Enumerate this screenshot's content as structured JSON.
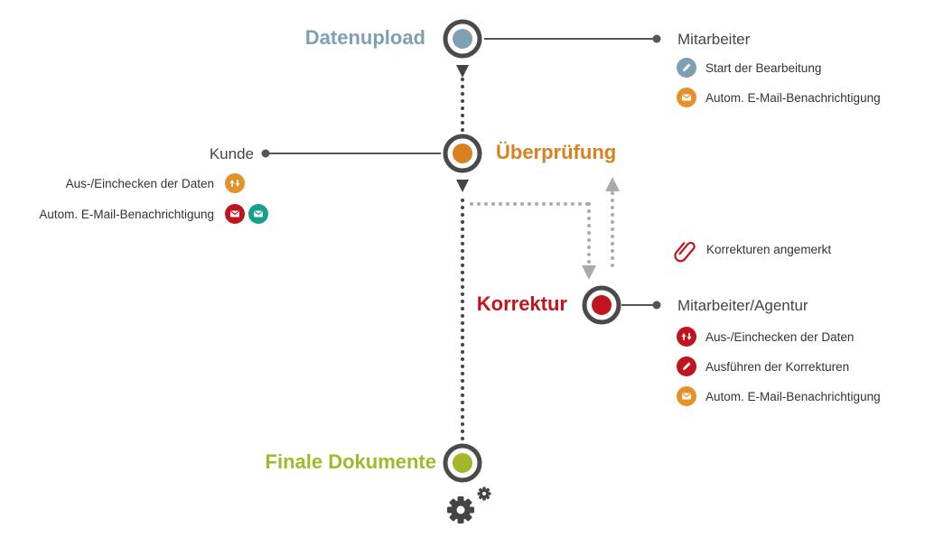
{
  "colors": {
    "datenupload": "#7f9fb3",
    "ueberpruefung": "#d9811f",
    "korrektur": "#c0141f",
    "finale": "#a5b728",
    "ring": "#4a4a4a",
    "dots": "#444444",
    "dashed_arrows": "#aaaaaa",
    "mail_teal": "#14a08a",
    "mail_orange": "#e4912a",
    "pencil_blue": "#7f9fb3"
  },
  "stages": {
    "datenupload": "Datenupload",
    "ueberpruefung": "Überprüfung",
    "korrektur": "Korrektur",
    "finale": "Finale Dokumente"
  },
  "mitarbeiter": {
    "role": "Mitarbeiter",
    "items": [
      {
        "label": "Start der Bearbeitung",
        "icon": "pencil-icon"
      },
      {
        "label": "Autom. E-Mail-Benachrichtigung",
        "icon": "mail-icon"
      }
    ]
  },
  "kunde": {
    "role": "Kunde",
    "items": [
      {
        "label": "Aus-/Einchecken der Daten",
        "icon": "up-down-arrows-icon"
      },
      {
        "label": "Autom. E-Mail-Benachrichtigung",
        "icon": "mail-icon"
      }
    ]
  },
  "korrekturen_note": {
    "label": "Korrekturen angemerkt",
    "icon": "paperclip-icon"
  },
  "agentur": {
    "role": "Mitarbeiter/Agentur",
    "items": [
      {
        "label": "Aus-/Einchecken der Daten",
        "icon": "up-down-arrows-icon"
      },
      {
        "label": "Ausführen der Korrekturen",
        "icon": "pencil-icon"
      },
      {
        "label": "Autom. E-Mail-Benachrichtigung",
        "icon": "mail-icon"
      }
    ]
  },
  "finale_icon": "gears-icon"
}
